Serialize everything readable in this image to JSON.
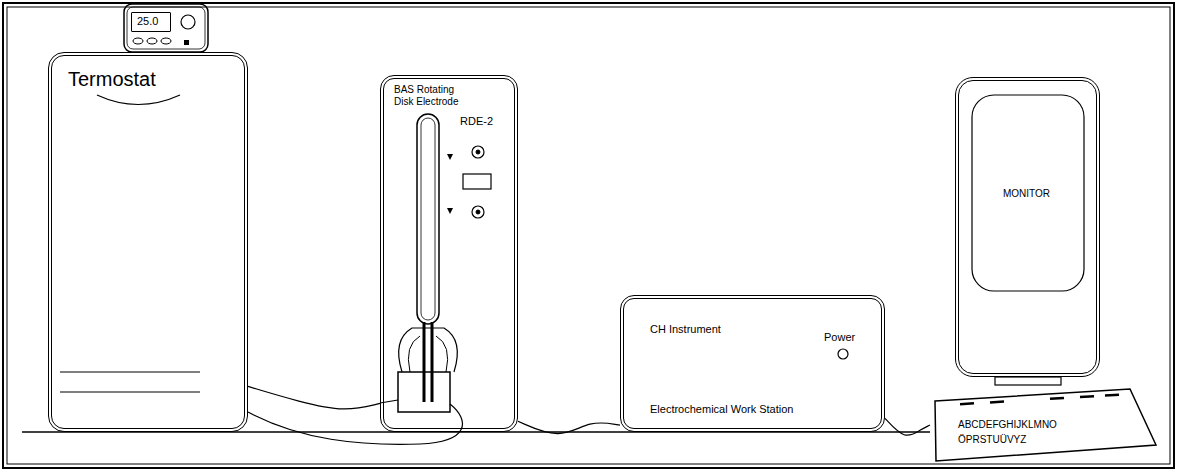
{
  "diagram": {
    "nodes": [
      {
        "text": [
          "25.0"
        ]
      },
      {
        "text": [
          "Termostat"
        ]
      },
      {
        "text": [
          "BAS Rotating Disk Electrode",
          "RDE-2"
        ]
      },
      {
        "text": [
          "CH Instrument",
          "Power",
          "Electrochemical Work Station"
        ]
      },
      {
        "text": [
          "MONITOR"
        ]
      },
      {
        "text": [
          "ABCDEFGHIJKLMNO",
          "ÖPRSTUÜVYZ"
        ]
      }
    ],
    "edges": [
      {
        "from": 1,
        "to": 2,
        "arrow": "none"
      },
      {
        "from": 2,
        "to": 3,
        "arrow": "none"
      },
      {
        "from": 3,
        "to": 5,
        "arrow": "none"
      }
    ]
  }
}
